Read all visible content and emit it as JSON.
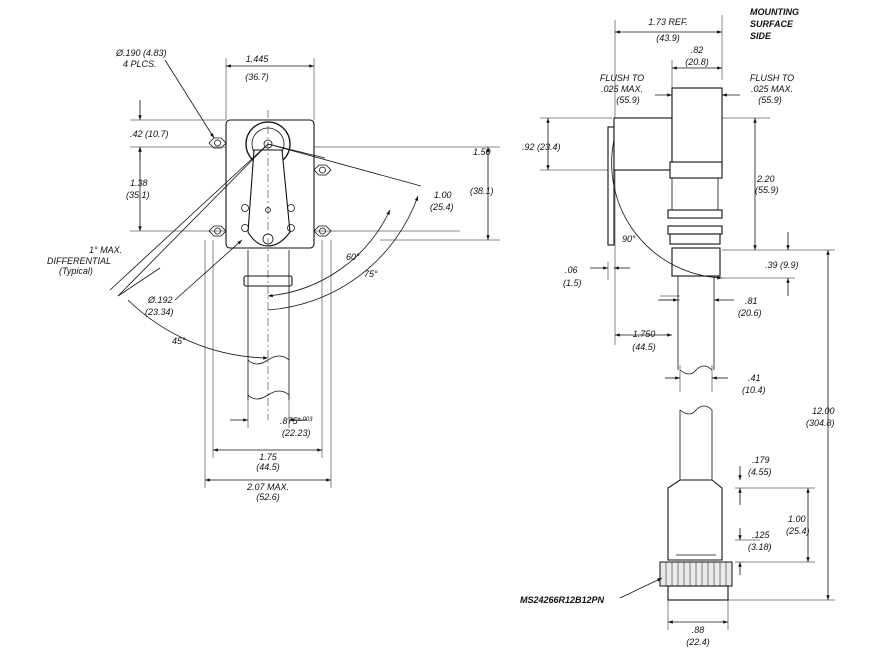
{
  "left_view": {
    "hole_dia": "Ø.190 (4.83)",
    "hole_count": "4 PLCS.",
    "width_top_in": "1.445",
    "width_top_mm": "(36.7)",
    "offset_top_in": ".42 (10.7)",
    "height_left_in": "1.38",
    "height_left_mm": "(35.1)",
    "height_right_in": "1.50",
    "height_right_mm": "(38.1)",
    "arm_len_in": "1.00",
    "arm_len_mm": "(25.4)",
    "diff_line1": "1° MAX.",
    "diff_line2": "DIFFERENTIAL",
    "diff_line3": "(Typical)",
    "angle_60": "60°",
    "angle_75": "75°",
    "angle_45": "45°",
    "shaft_dia_in": "Ø.192",
    "shaft_dia_mm": "(23.34)",
    "shaft_width_in": ".875",
    "shaft_tol": "±.003",
    "shaft_width_mm": "(22.23)",
    "mid_width_in": "1.75",
    "mid_width_mm": "(44.5)",
    "max_width_in": "2.07 MAX.",
    "max_width_mm": "(52.6)"
  },
  "right_view": {
    "ref_in": "1.73 REF.",
    "ref_mm": "(43.9)",
    "mount_line1": "MOUNTING",
    "mount_line2": "SURFACE",
    "mount_line3": "SIDE",
    "flange_in": ".82",
    "flange_mm": "(20.8)",
    "flush_left_1": "FLUSH TO",
    "flush_left_2": ".025 MAX.",
    "flush_left_3": "(55.9)",
    "flush_right_1": "FLUSH TO",
    "flush_right_2": ".025 MAX.",
    "flush_right_3": "(55.9)",
    "plate_h": ".92 (23.4)",
    "body_h_in": "2.20",
    "body_h_mm": "(55.9)",
    "angle_90": "90°",
    "plate_t_in": ".06",
    "plate_t_mm": "(1.5)",
    "step": ".39 (9.9)",
    "neck_in": ".81",
    "neck_mm": "(20.6)",
    "depth_in": "1.750",
    "depth_mm": "(44.5)",
    "cable_in": ".41",
    "cable_mm": "(10.4)",
    "total_in": "12.00",
    "total_mm": "(304.8)",
    "c1_in": ".179",
    "c1_mm": "(4.55)",
    "c2_in": "1.00",
    "c2_mm": "(25.4)",
    "c3_in": ".125",
    "c3_mm": "(3.18)",
    "connector_pn": "MS24266R12B12PN",
    "conn_dia_in": ".88",
    "conn_dia_mm": "(22.4)"
  }
}
